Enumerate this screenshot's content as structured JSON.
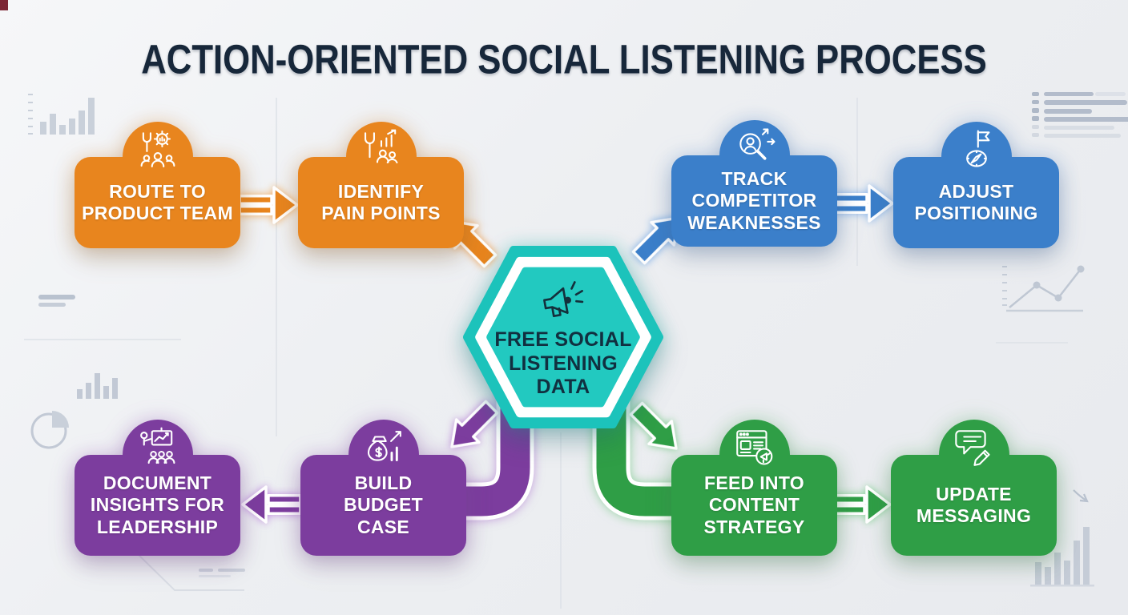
{
  "title": "ACTION-ORIENTED SOCIAL LISTENING PROCESS",
  "center": {
    "label": "FREE SOCIAL\nLISTENING\nDATA",
    "icon": "megaphone-icon",
    "color": "#25c2ba"
  },
  "nodes": [
    {
      "label": "ROUTE TO\nPRODUCT TEAM",
      "icon": "team-tools-icon",
      "color": "#e8851e"
    },
    {
      "label": "IDENTIFY\nPAIN POINTS",
      "icon": "wrench-chart-icon",
      "color": "#e8851e"
    },
    {
      "label": "TRACK\nCOMPETITOR\nWEAKNESSES",
      "icon": "magnifier-person-icon",
      "color": "#3b7fca"
    },
    {
      "label": "ADJUST\nPOSITIONING",
      "icon": "flag-compass-icon",
      "color": "#3b7fca"
    },
    {
      "label": "DOCUMENT\nINSIGHTS FOR\nLEADERSHIP",
      "icon": "presentation-icon",
      "color": "#7c3d9e"
    },
    {
      "label": "BUILD\nBUDGET\nCASE",
      "icon": "money-bag-chart-icon",
      "color": "#7c3d9e"
    },
    {
      "label": "FEED INTO\nCONTENT\nSTRATEGY",
      "icon": "webpage-megaphone-icon",
      "color": "#2f9e46"
    },
    {
      "label": "UPDATE\nMESSAGING",
      "icon": "message-pencil-icon",
      "color": "#2f9e46"
    }
  ],
  "connections": [
    {
      "from": "FREE SOCIAL LISTENING DATA",
      "to": "IDENTIFY PAIN POINTS",
      "color": "#e8851e",
      "style": "diagonal-arrow"
    },
    {
      "from": "FREE SOCIAL LISTENING DATA",
      "to": "TRACK COMPETITOR WEAKNESSES",
      "color": "#3b7fca",
      "style": "diagonal-arrow"
    },
    {
      "from": "FREE SOCIAL LISTENING DATA",
      "to": "BUILD BUDGET CASE",
      "color": "#7c3d9e",
      "style": "curved-band-and-arrow"
    },
    {
      "from": "FREE SOCIAL LISTENING DATA",
      "to": "FEED INTO CONTENT STRATEGY",
      "color": "#2f9e46",
      "style": "curved-band-and-arrow"
    },
    {
      "from": "ROUTE TO PRODUCT TEAM",
      "to": "IDENTIFY PAIN POINTS",
      "color": "#e8851e",
      "style": "block-arrow-right"
    },
    {
      "from": "TRACK COMPETITOR WEAKNESSES",
      "to": "ADJUST POSITIONING",
      "color": "#3b7fca",
      "style": "block-arrow-right"
    },
    {
      "from": "BUILD BUDGET CASE",
      "to": "DOCUMENT INSIGHTS FOR LEADERSHIP",
      "color": "#7c3d9e",
      "style": "block-arrow-left"
    },
    {
      "from": "FEED INTO CONTENT STRATEGY",
      "to": "UPDATE MESSAGING",
      "color": "#2f9e46",
      "style": "block-arrow-right"
    }
  ],
  "colors": {
    "background": "#edeff2",
    "title_text": "#17273a",
    "node_text": "#ffffff",
    "hex_outer": "#1cc3bb",
    "hex_ring": "#ffffff",
    "hex_inner": "#22c9c0",
    "hex_text": "#113040",
    "decor_gray": "#c4cbd7"
  },
  "decorations": [
    "corner-accent-square",
    "bar-chart-top-left",
    "lines-left",
    "bar-chart-left-small",
    "pie-chart-left",
    "flow-outline-bottom-left",
    "dashes-bottom",
    "list-top-right",
    "line-chart-right",
    "rule-lines",
    "trend-arrow-bottom-right",
    "bar-chart-bottom-right"
  ]
}
